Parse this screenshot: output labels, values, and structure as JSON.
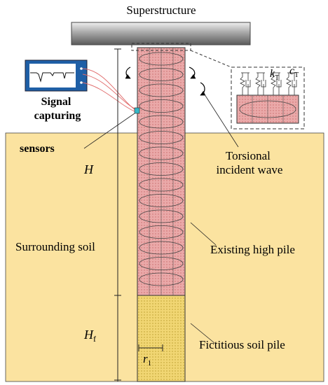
{
  "labels": {
    "superstructure": "Superstructure",
    "signal_line1": "Signal",
    "signal_line2": "capturing",
    "sensors": "sensors",
    "H": "H",
    "surrounding_soil": "Surrounding soil",
    "Hf_main": "H",
    "Hf_sub": "f",
    "r1_main": "r",
    "r1_sub": "1",
    "kT_main": "k",
    "kT_sub": "T",
    "cT_main": "c",
    "cT_sub": "T",
    "torsional_line1": "Torsional",
    "torsional_line2": "incident wave",
    "existing_pile": "Existing high pile",
    "fictitious_pile": "Fictitious soil pile"
  },
  "colors": {
    "soil": "#fbe3a0",
    "pile": "#eaa9a9",
    "soil_pile": "#f1d673",
    "monitor_screen": "#1f5fa6",
    "wire": "#e06a6a"
  },
  "icons": {
    "monitor": "oscilloscope-icon",
    "spring_dashpot": "spring-dashpot-icon"
  }
}
